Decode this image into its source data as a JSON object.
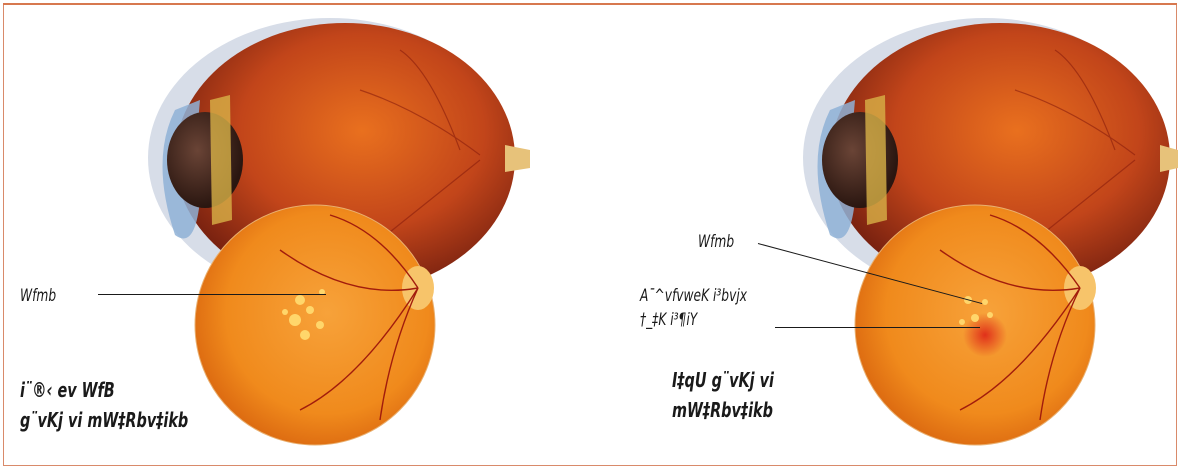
{
  "colors": {
    "frame": "#d98a6a",
    "sclera": "#c9d6e6",
    "eye_interior": "#c8481a",
    "retina_disc": "#f08a1c",
    "macula_spots": "#ffd66b",
    "hemorrhage": "#e23a1a",
    "text": "#1a1a1a"
  },
  "left": {
    "macula_label": "Wfmb",
    "caption_line1": "i¨®‹ ev WfB",
    "caption_line2": "g¨vKj vi mW‡Rbv‡ikb"
  },
  "right": {
    "macula_label": "Wfmb",
    "callout_line1": "A¯^vfvweK i³bvjx",
    "callout_line2": "†_‡K i³¶iY",
    "caption_line1": "I‡qU g¨vKj vi",
    "caption_line2": "mW‡Rbv‡ikb"
  }
}
